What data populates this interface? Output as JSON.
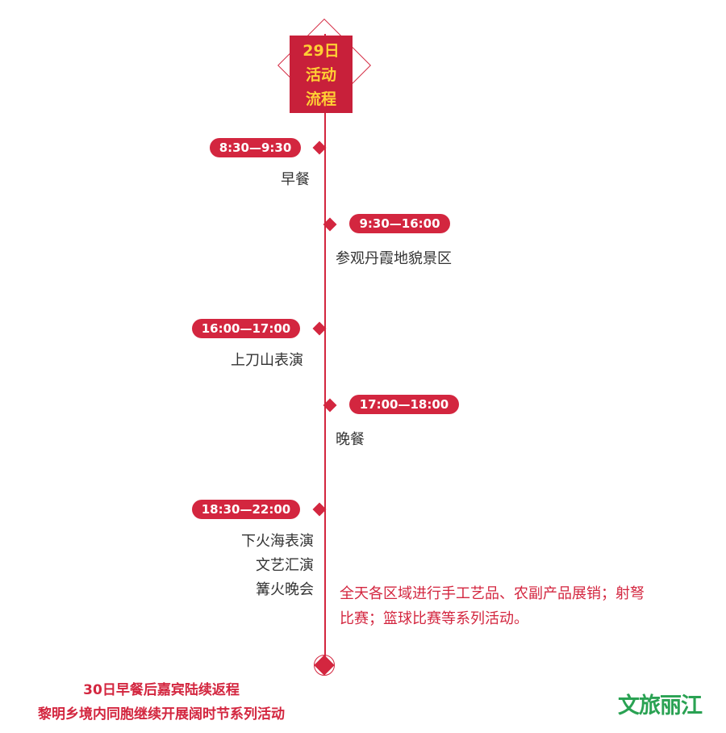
{
  "header": {
    "line1": "29日",
    "line2": "活动",
    "line3": "流程"
  },
  "schedule": [
    {
      "time": "8:30—9:30",
      "activity": [
        "早餐"
      ]
    },
    {
      "time": "9:30—16:00",
      "activity": [
        "参观丹霞地貌景区"
      ]
    },
    {
      "time": "16:00—17:00",
      "activity": [
        "上刀山表演"
      ]
    },
    {
      "time": "17:00—18:00",
      "activity": [
        "晚餐"
      ]
    },
    {
      "time": "18:30—22:00",
      "activity": [
        "下火海表演",
        "文艺汇演",
        "篝火晚会"
      ]
    }
  ],
  "note": "全天各区域进行手工艺品、农副产品展销；射弩比赛；篮球比赛等系列活动。",
  "footer": {
    "line1": "30日早餐后嘉宾陆续返程",
    "line2": "黎明乡境内同胞继续开展阔时节系列活动"
  },
  "logo": "文旅丽江",
  "colors": {
    "accent": "#d3263f",
    "header_text": "#ffd034",
    "logo": "#2aa253"
  }
}
